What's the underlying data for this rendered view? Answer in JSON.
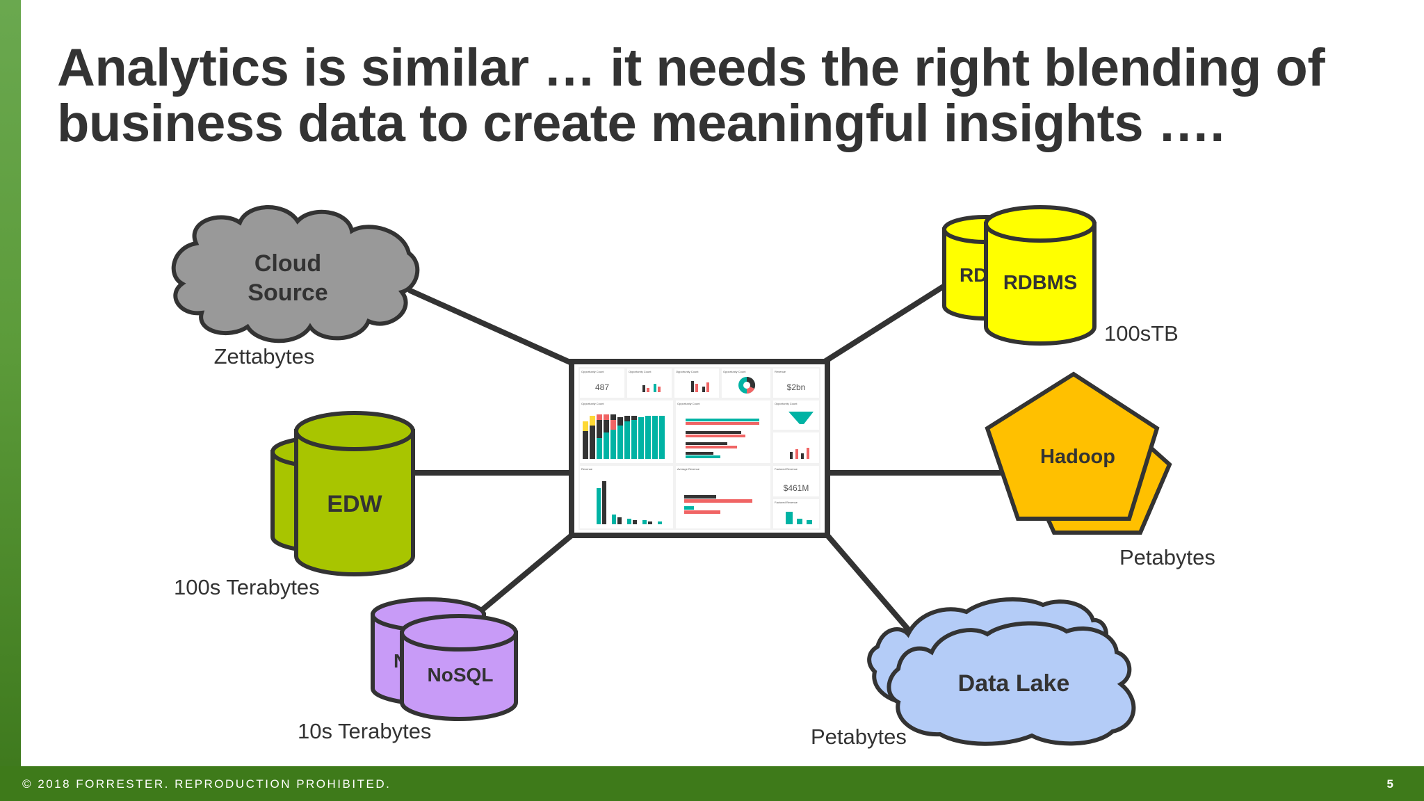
{
  "title": {
    "line1": "Analytics is similar … it needs the right blending of",
    "line2": "business data to create meaningful insights …."
  },
  "nodes": {
    "cloud_source": {
      "label_line1": "Cloud",
      "label_line2": "Source",
      "size": "Zettabytes",
      "color": "#999999"
    },
    "rdbms": {
      "label": "RDBMS",
      "back_label": "RD",
      "size": "100sTB",
      "color": "#ffff00"
    },
    "edw": {
      "label": "EDW",
      "size": "100s Terabytes",
      "color": "#a8c500"
    },
    "hadoop": {
      "label": "Hadoop",
      "size": "Petabytes",
      "color": "#ffc000"
    },
    "nosql": {
      "label": "NoSQL",
      "back_label": "N",
      "size": "10s Terabytes",
      "color": "#c89bf7"
    },
    "data_lake": {
      "label": "Data Lake",
      "size": "Petabytes",
      "color": "#b4ccf7"
    }
  },
  "dashboard": {
    "kpi1_title": "Opportunity Count",
    "kpi1_value": "487",
    "kpi2_title": "Opportunity Count",
    "kpi3_title": "Opportunity Count",
    "kpi4_title": "Opportunity Count",
    "kpi5_title": "Revenue",
    "kpi5_value": "$2bn",
    "mid1_title": "Opportunity Count",
    "mid2_title": "Opportunity Count",
    "mid3_title": "Opportunity Count",
    "bot1_title": "Revenue",
    "bot2_title": "Average Revenue",
    "bot3_title": "Factored Revenue",
    "bot3_value": "$461M",
    "bot4_title": "Factored Revenue"
  },
  "footer": {
    "copyright": "© 2018 FORRESTER. REPRODUCTION PROHIBITED.",
    "page_number": "5"
  },
  "colors": {
    "left_bar": "#5c9b3a",
    "footer": "#3e7a1a",
    "title_text": "#333333",
    "connector": "#333333"
  }
}
